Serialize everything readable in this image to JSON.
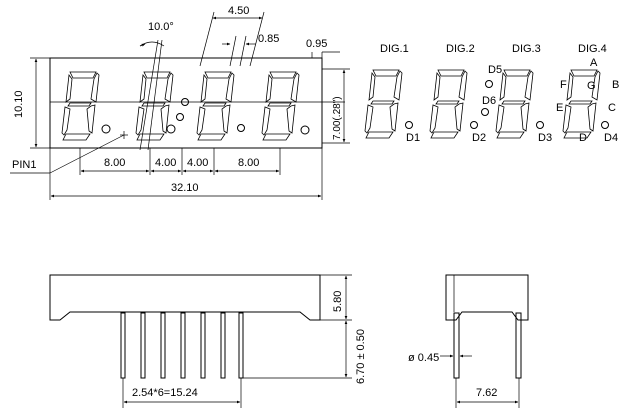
{
  "dimensions": {
    "angle": "10.0°",
    "digit_pitch": "4.50",
    "segment_width": "0.85",
    "dp_size": "0.95",
    "height": "10.10",
    "digit_height": "7.00(.28\")",
    "pin1_label": "PIN1",
    "spacing_1": "8.00",
    "spacing_2": "4.00",
    "spacing_3": "4.00",
    "spacing_4": "8.00",
    "total_width": "32.10",
    "body_height": "5.80",
    "pin_length": "6.70 ± 0.50",
    "pin_pitch": "2.54*6=15.24",
    "pin_diameter": "ø 0.45",
    "row_spacing": "7.62"
  },
  "digit_labels": [
    "DIG.1",
    "DIG.2",
    "DIG.3",
    "DIG.4"
  ],
  "segment_labels": {
    "d5": "D5",
    "d6": "D6",
    "d1": "D1",
    "d2": "D2",
    "d3": "D3",
    "d4": "D4",
    "a": "A",
    "b": "B",
    "c": "C",
    "d": "D",
    "e": "E",
    "f": "F",
    "g": "G"
  }
}
